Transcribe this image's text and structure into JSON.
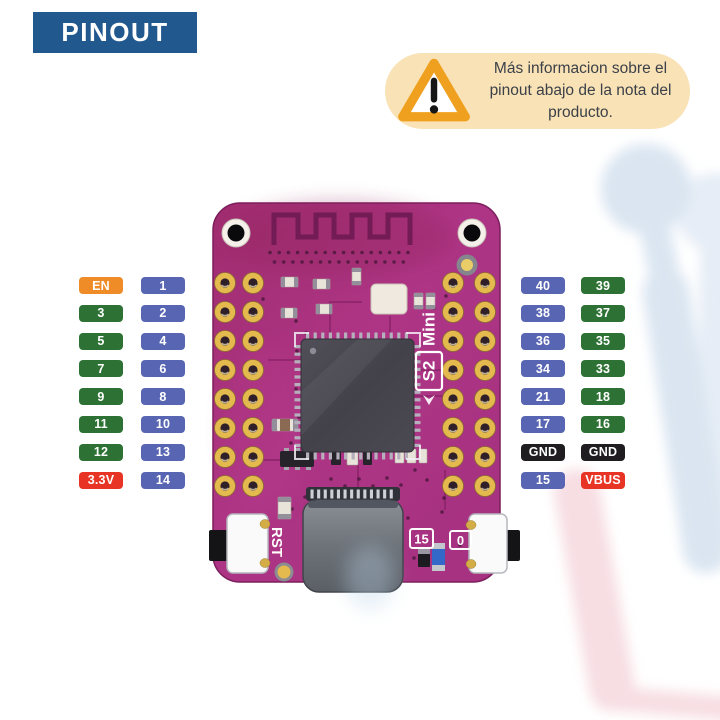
{
  "title_banner": {
    "label": "PINOUT",
    "bg_color": "#21598f",
    "text_color": "#ffffff"
  },
  "warning_note": {
    "text": "Más informacion sobre el pinout abajo de la nota del producto.",
    "bg_color": "#f9e2b5",
    "text_color": "#3b4049",
    "icon": "warning-triangle",
    "icon_color": "#f0a01f"
  },
  "board": {
    "silkscreen": {
      "model_top": "Mini",
      "model_bottom": "S2",
      "reset": "RST",
      "pin15": "15",
      "boot": "0"
    },
    "pcb_color": "#a83280"
  },
  "pin_colors": {
    "blue": "#5865b2",
    "green": "#2d7234",
    "orange": "#ef8c28",
    "red": "#e83425",
    "black": "#1f1d20"
  },
  "pins": {
    "left_rows": [
      [
        {
          "label": "EN",
          "type": "orange"
        },
        {
          "label": "1",
          "type": "blue"
        }
      ],
      [
        {
          "label": "3",
          "type": "green"
        },
        {
          "label": "2",
          "type": "blue"
        }
      ],
      [
        {
          "label": "5",
          "type": "green"
        },
        {
          "label": "4",
          "type": "blue"
        }
      ],
      [
        {
          "label": "7",
          "type": "green"
        },
        {
          "label": "6",
          "type": "blue"
        }
      ],
      [
        {
          "label": "9",
          "type": "green"
        },
        {
          "label": "8",
          "type": "blue"
        }
      ],
      [
        {
          "label": "11",
          "type": "green"
        },
        {
          "label": "10",
          "type": "blue"
        }
      ],
      [
        {
          "label": "12",
          "type": "green"
        },
        {
          "label": "13",
          "type": "blue"
        }
      ],
      [
        {
          "label": "3.3V",
          "type": "red"
        },
        {
          "label": "14",
          "type": "blue"
        }
      ]
    ],
    "right_rows": [
      [
        {
          "label": "40",
          "type": "blue"
        },
        {
          "label": "39",
          "type": "green"
        }
      ],
      [
        {
          "label": "38",
          "type": "blue"
        },
        {
          "label": "37",
          "type": "green"
        }
      ],
      [
        {
          "label": "36",
          "type": "blue"
        },
        {
          "label": "35",
          "type": "green"
        }
      ],
      [
        {
          "label": "34",
          "type": "blue"
        },
        {
          "label": "33",
          "type": "green"
        }
      ],
      [
        {
          "label": "21",
          "type": "blue"
        },
        {
          "label": "18",
          "type": "green"
        }
      ],
      [
        {
          "label": "17",
          "type": "blue"
        },
        {
          "label": "16",
          "type": "green"
        }
      ],
      [
        {
          "label": "GND",
          "type": "black"
        },
        {
          "label": "GND",
          "type": "black"
        }
      ],
      [
        {
          "label": "15",
          "type": "blue"
        },
        {
          "label": "VBUS",
          "type": "red"
        }
      ]
    ]
  }
}
